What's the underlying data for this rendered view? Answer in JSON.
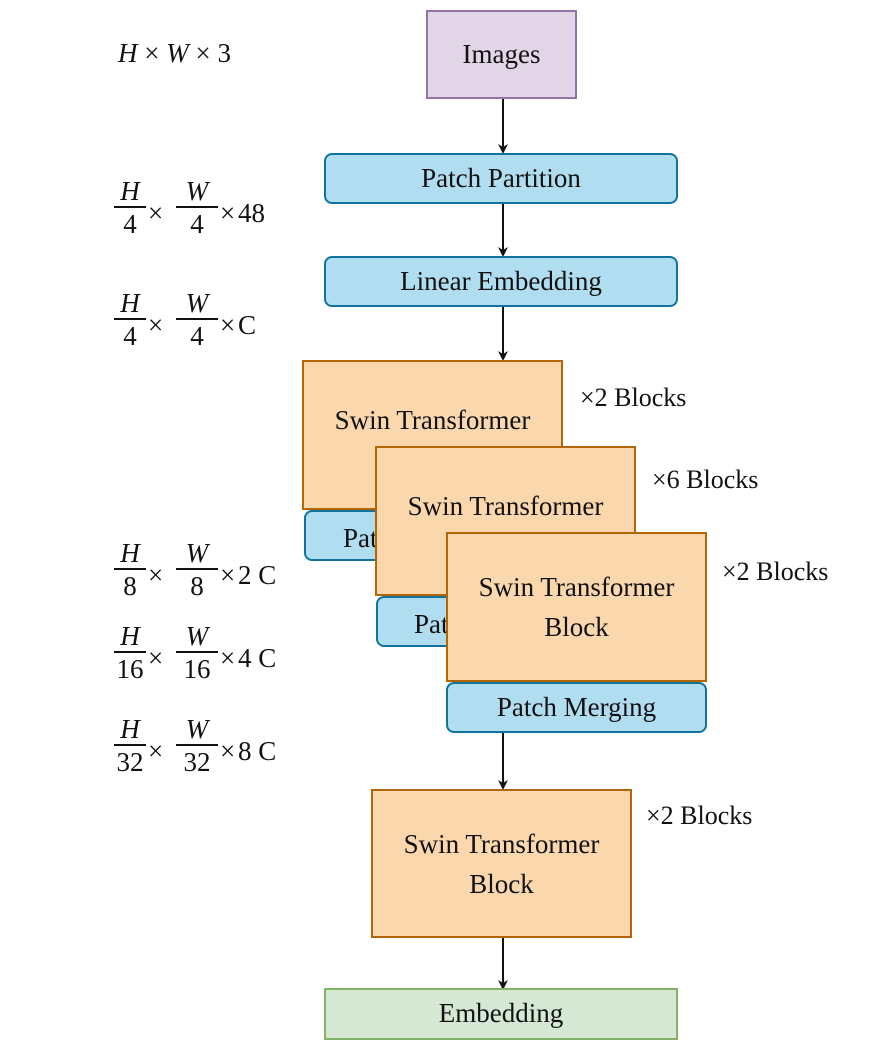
{
  "nodes": {
    "images": "Images",
    "patch_partition": "Patch Partition",
    "linear_embedding": "Linear Embedding",
    "stage1_block": "Swin Transformer Block",
    "stage1_merge": "Patch Merging",
    "stage2_block": "Swin Transformer Block",
    "stage2_merge": "Patch Merging",
    "stage3_block": "Swin Transformer Block",
    "stage3_merge": "Patch Merging",
    "stage4_block": "Swin Transformer Block",
    "embedding": "Embedding"
  },
  "block_counts": {
    "stage1": "×2 Blocks",
    "stage2": "×6 Blocks",
    "stage3": "×2 Blocks",
    "stage4": "×2 Blocks"
  },
  "dims": {
    "input": {
      "h": "H",
      "w": "W",
      "c": "3"
    },
    "d1": {
      "hn": "H",
      "hd": "4",
      "wn": "W",
      "wd": "4",
      "c": "48"
    },
    "d2": {
      "hn": "H",
      "hd": "4",
      "wn": "W",
      "wd": "4",
      "c": "C"
    },
    "d3": {
      "hn": "H",
      "hd": "8",
      "wn": "W",
      "wd": "8",
      "c": "2 C"
    },
    "d4": {
      "hn": "H",
      "hd": "16",
      "wn": "W",
      "wd": "16",
      "c": "4 C"
    },
    "d5": {
      "hn": "H",
      "hd": "32",
      "wn": "W",
      "wd": "32",
      "c": "8 C"
    }
  },
  "times_symbol": "×"
}
